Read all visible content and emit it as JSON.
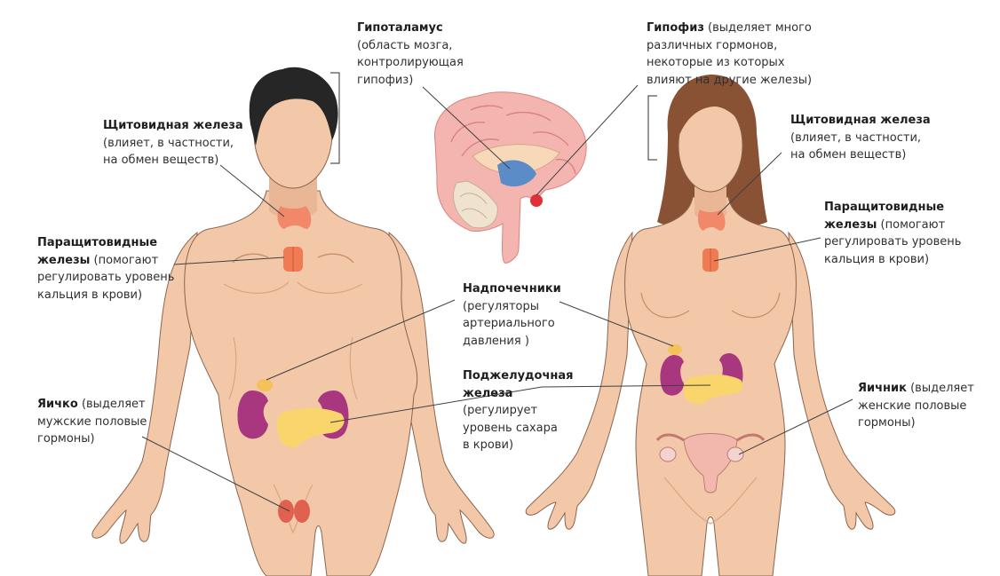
{
  "colors": {
    "skin": "#f2c8a8",
    "skin_shadow": "#d9a585",
    "outline": "#8a6450",
    "hair_male": "#262626",
    "hair_female": "#8a5234",
    "thyroid": "#f2886a",
    "parathyroid": "#f07a52",
    "kidney": "#a8377f",
    "pancreas": "#f9d56b",
    "adrenal": "#f3c25a",
    "testis": "#e0614f",
    "uterus": "#f2b8ae",
    "brain": "#f4b4b0",
    "brain_dark": "#d9837f",
    "pituitary": "#e0303a",
    "hypothalamus": "#5c8cc8",
    "leader_line": "#404040"
  },
  "labels": {
    "hypothalamus": {
      "title": "Гипоталамус",
      "lines": [
        "(область мозга,",
        "контролирующая",
        "гипофиз)"
      ]
    },
    "pituitary": {
      "title": "Гипофиз",
      "lines": [
        " (выделяет много",
        "различных гормонов,",
        "некоторые из которых",
        "влияют на другие железы)"
      ]
    },
    "thyroid_left": {
      "title": "Щитовидная железа",
      "lines": [
        "(влияет, в частности,",
        "на обмен веществ)"
      ]
    },
    "thyroid_right": {
      "title": "Щитовидная железа",
      "lines": [
        "(влияет, в частности,",
        "на обмен веществ)"
      ]
    },
    "parathyroid_left": {
      "title_1": "Паращитовидные",
      "title_2": "железы",
      "rest_2": " (помогают",
      "lines": [
        "регулировать уровень",
        "кальция в крови)"
      ]
    },
    "parathyroid_right": {
      "title_1": "Паращитовидные",
      "title_2": "железы",
      "rest_2": " (помогают",
      "lines": [
        "регулировать уровень",
        "кальция в крови)"
      ]
    },
    "adrenal": {
      "title": "Надпочечники",
      "lines": [
        "(регуляторы",
        "артериального",
        "давления )"
      ]
    },
    "pancreas": {
      "title_1": "Поджелудочная",
      "title_2": "железа",
      "lines": [
        "(регулирует",
        "уровень сахара",
        "в крови)"
      ]
    },
    "testis": {
      "title": "Яичко",
      "rest_1": " (выделяет",
      "lines": [
        "мужские половые",
        "гормоны)"
      ]
    },
    "ovary": {
      "title": "Яичник",
      "rest_1": " (выделяет",
      "lines": [
        "женские половые",
        "гормоны)"
      ]
    }
  }
}
